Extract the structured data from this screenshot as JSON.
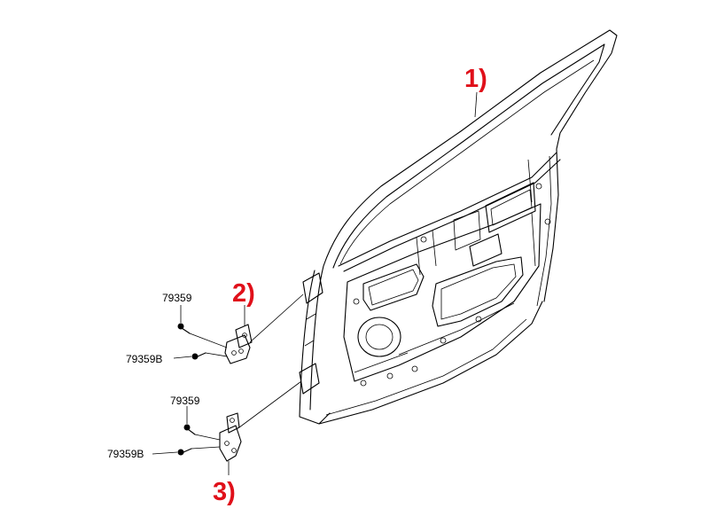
{
  "callouts": {
    "door_panel": "1)",
    "upper_hinge": "2)",
    "lower_hinge": "3)"
  },
  "part_numbers": {
    "upper_bolt_vertical": "79359",
    "upper_bolt_horizontal": "79359B",
    "lower_bolt_vertical": "79359",
    "lower_bolt_horizontal": "79359B"
  },
  "colors": {
    "callout": "#e0101a",
    "line": "#000000",
    "background": "#ffffff"
  }
}
